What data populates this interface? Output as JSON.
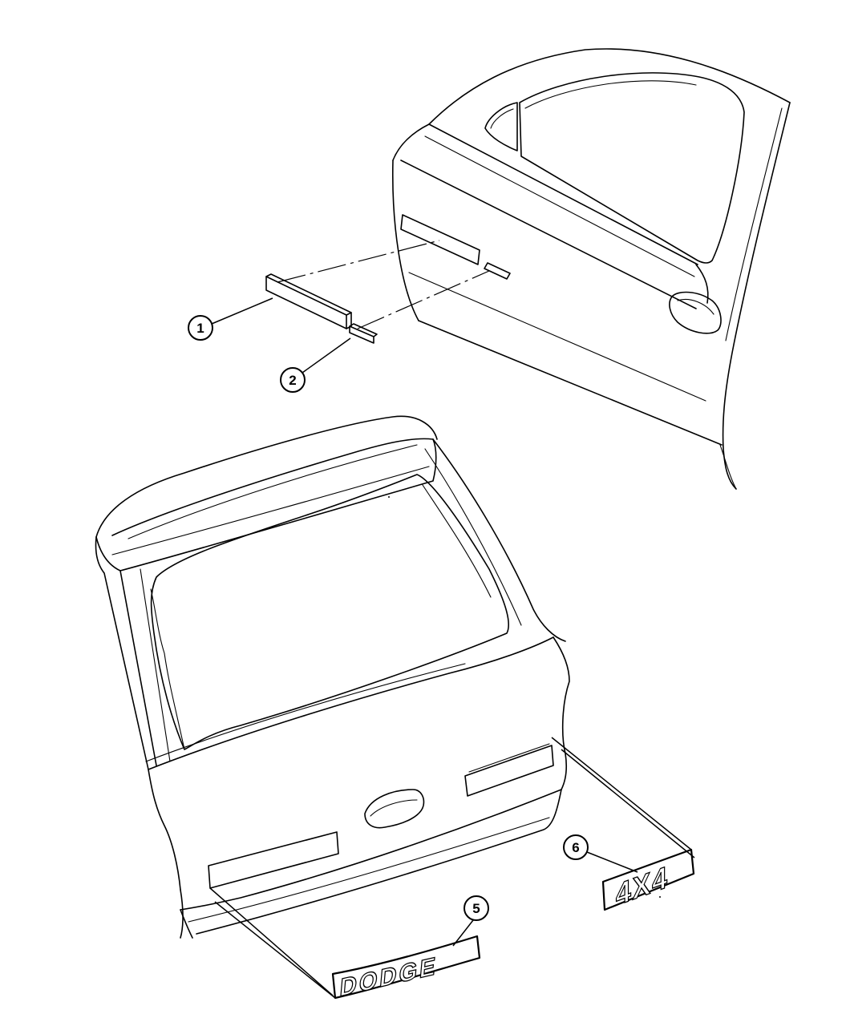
{
  "callouts": [
    {
      "id": "1",
      "part": "door-molding-long"
    },
    {
      "id": "2",
      "part": "door-molding-short"
    },
    {
      "id": "5",
      "part": "nameplate-dodge"
    },
    {
      "id": "6",
      "part": "nameplate-4x4"
    }
  ],
  "nameplates": {
    "dodge": "DODGE",
    "four_by_four": "4X4"
  },
  "colors": {
    "line": "#000000",
    "background": "#ffffff"
  }
}
